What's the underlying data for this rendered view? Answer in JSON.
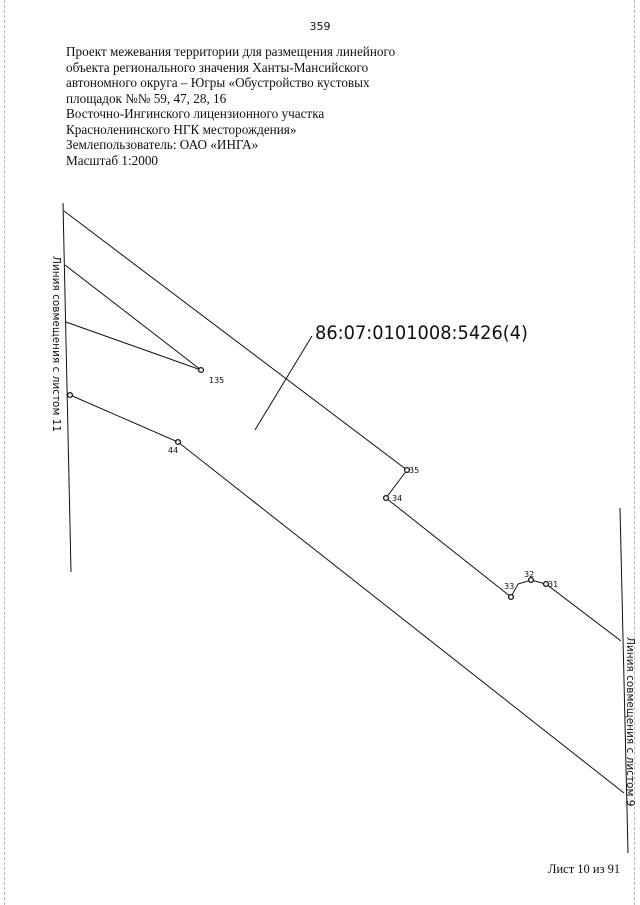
{
  "page_number": "359",
  "header": {
    "lines": [
      "Проект межевания территории для размещения линейного",
      "объекта регионального значения Ханты-Мансийского",
      "автономного  округа – Югры «Обустройство кустовых",
      "площадок №№ 59, 47, 28, 16",
      "Восточно-Ингинского  лицензионного участка",
      "Красноленинского НГК месторождения»",
      "Землепользователь: ОАО «ИНГА»",
      "Масштаб 1:2000"
    ]
  },
  "plan": {
    "parcel_label": "86:07:0101008:5426(4)",
    "match_line_left": "Линия совмещения с листом 11",
    "match_line_right": "Линия совмещения с листом 9",
    "points": [
      "135",
      "35",
      "34",
      "44",
      "33",
      "32",
      "31"
    ]
  },
  "footer": {
    "sheet": "Лист 10 из 91"
  }
}
